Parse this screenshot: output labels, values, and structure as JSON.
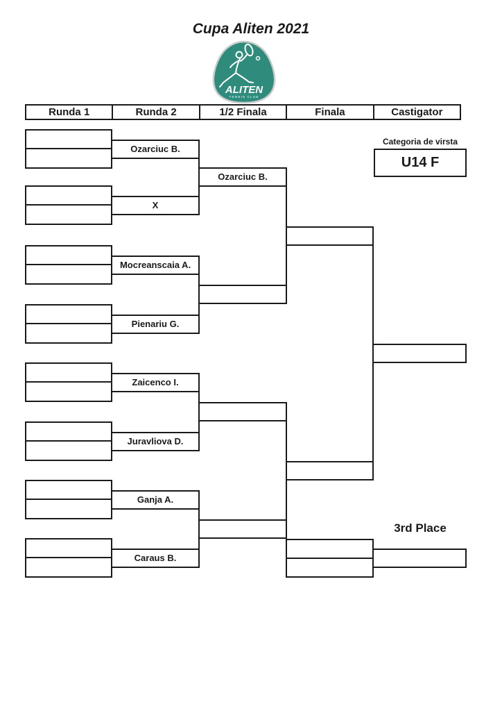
{
  "title": "Cupa Aliten 2021",
  "logo": {
    "brand": "ALITEN",
    "subtitle": "TENNIS CLUB",
    "color": "#2F8C7D"
  },
  "category": {
    "label": "Categoria de virsta",
    "value": "U14 F"
  },
  "columns": [
    "Runda 1",
    "Runda 2",
    "1/2 Finala",
    "Finala",
    "Castigator"
  ],
  "bracket": {
    "round2_slots": [
      "Ozarciuc B.",
      "X",
      "Mocreanscaia A.",
      "Pienariu G.",
      "Zaicenco I.",
      "Juravliova D.",
      "Ganja A.",
      "Caraus B."
    ],
    "semifinal_slots": [
      "Ozarciuc B.",
      "",
      "",
      ""
    ],
    "final_slots": [
      "",
      ""
    ],
    "winner_slot": "",
    "third_place": {
      "label": "3rd Place",
      "winner_slot": ""
    }
  }
}
